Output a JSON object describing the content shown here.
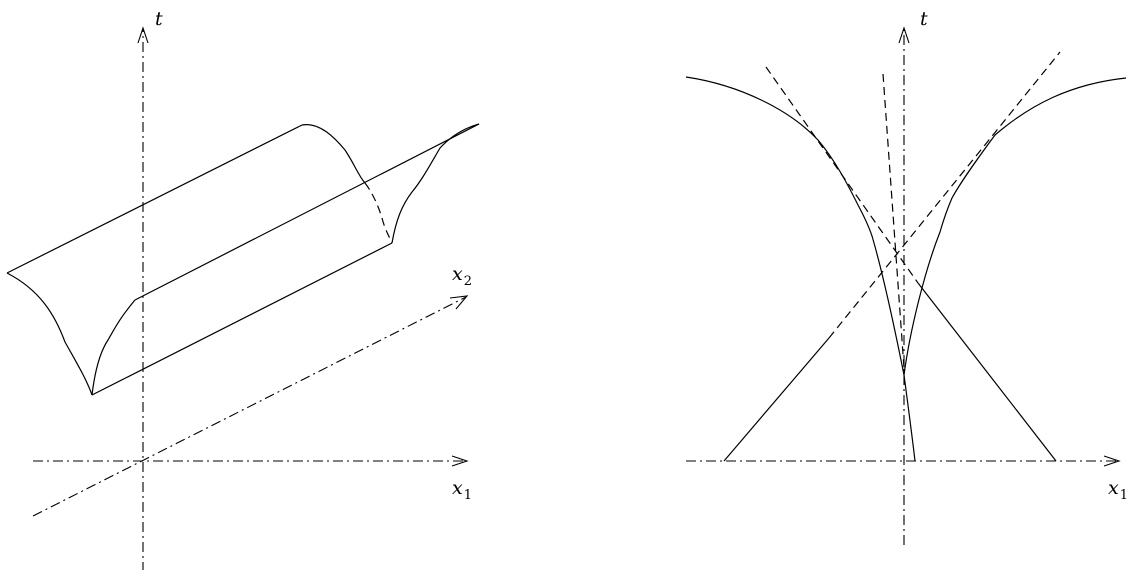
{
  "left_panel": {
    "labels": {
      "t": "t",
      "x1": {
        "base": "x",
        "sub": "1"
      },
      "x2": {
        "base": "x",
        "sub": "2"
      }
    }
  },
  "right_panel": {
    "labels": {
      "t": "t",
      "x1": {
        "base": "x",
        "sub": "1"
      }
    }
  }
}
